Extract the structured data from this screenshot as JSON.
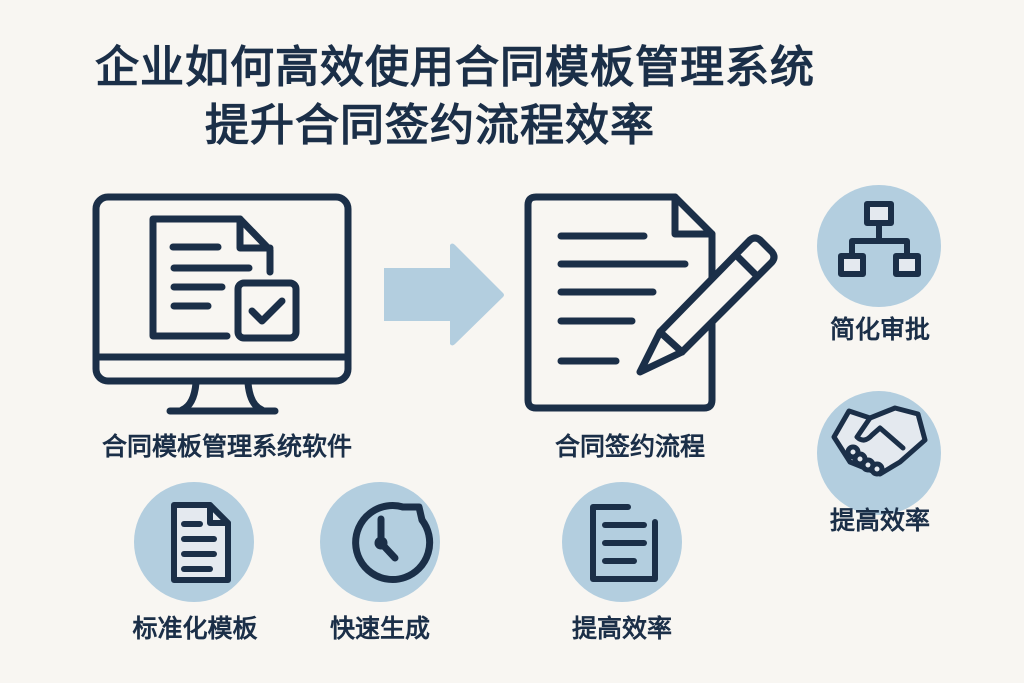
{
  "title": {
    "line1": "企业如何高效使用合同模板管理系统",
    "line2": "提升合同签约流程效率"
  },
  "colors": {
    "background": "#f8f6f2",
    "navy": "#1b2f48",
    "light_blue": "#b3cedf",
    "icon_fill": "#e4e9ef"
  },
  "main_flow": {
    "software": {
      "icon": "monitor-document-check-icon",
      "label": "合同模板管理系统软件"
    },
    "arrow": {
      "icon": "arrow-right-icon"
    },
    "signing": {
      "icon": "document-pencil-icon",
      "label": "合同签约流程"
    }
  },
  "features": [
    {
      "icon": "document-icon",
      "label": "标准化模板"
    },
    {
      "icon": "clock-refresh-icon",
      "label": "快速生成"
    },
    {
      "icon": "document-lines-icon",
      "label": "提高效率"
    },
    {
      "icon": "org-chart-icon",
      "label": "简化审批"
    },
    {
      "icon": "handshake-icon",
      "label": "提高效率"
    }
  ]
}
